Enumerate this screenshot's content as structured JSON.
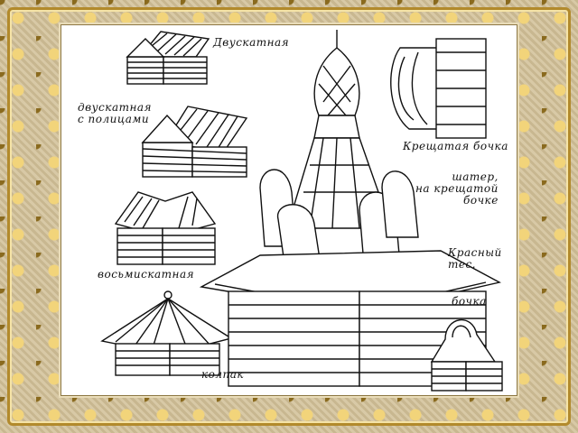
{
  "labels": {
    "gable": "Двускатная",
    "gable_shelves": "двускатная\nс полицами",
    "octagonal": "восьмискатная",
    "cap": "колпак",
    "cross_barrel": "Крещатая бочка",
    "tent": "шатер,\nна крещатой\nбочке",
    "red_boards": "Красный\nтес.",
    "barrel": "бочка"
  }
}
